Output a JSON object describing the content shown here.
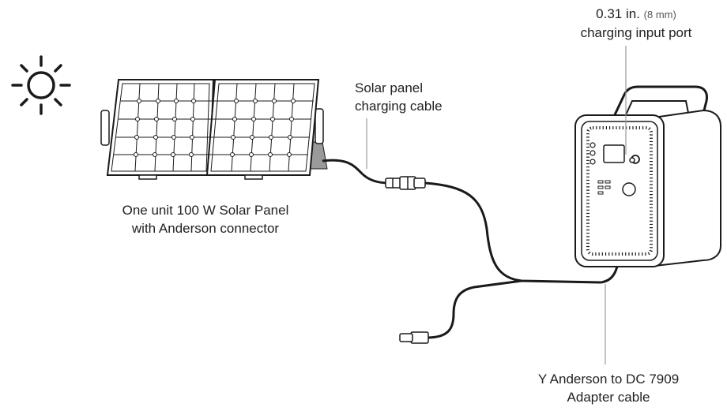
{
  "labels": {
    "port_size": "0.31 in.",
    "port_size_mm": "(8 mm)",
    "port_name": "charging input port",
    "cable_line1": "Solar panel",
    "cable_line2": "charging cable",
    "panel_line1": "One unit 100 W Solar Panel",
    "panel_line2": "with Anderson connector",
    "adapter_line1": "Y Anderson to DC 7909",
    "adapter_line2": "Adapter cable"
  },
  "colors": {
    "line": "#1a1a1a",
    "leader": "#999999",
    "panel_fill": "#ffffff",
    "stand": "#9a9a9a"
  },
  "icons": [
    "sun-icon",
    "solar-panel-icon",
    "power-station-icon",
    "anderson-connector-icon",
    "dc-plug-icon"
  ]
}
